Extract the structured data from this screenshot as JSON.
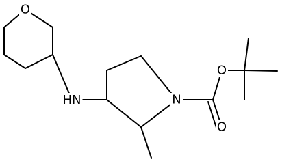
{
  "molecule": {
    "atoms": {
      "oxygen_ring": "O",
      "amine": "N",
      "amine_h": "H",
      "piperidine_n": "N",
      "ester_o": "O",
      "carbonyl_o": "O"
    }
  },
  "colors": {
    "bond": "#000000",
    "label": "#000000",
    "background": "#ffffff"
  }
}
